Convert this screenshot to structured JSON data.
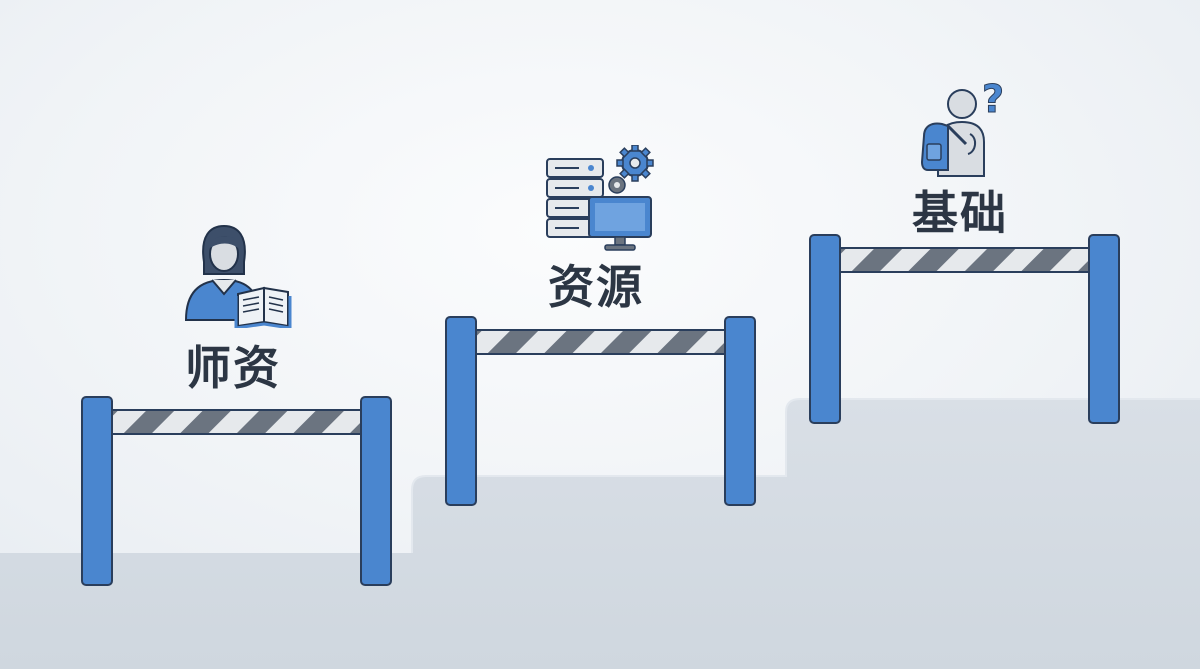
{
  "barriers": [
    {
      "label": "师资",
      "icon": "teacher-with-book-icon"
    },
    {
      "label": "资源",
      "icon": "server-computer-gears-icon"
    },
    {
      "label": "基础",
      "icon": "student-with-question-icon"
    }
  ],
  "colors": {
    "post": "#4a86cf",
    "post_outline": "#2a3e5c",
    "bar_stripe_light": "#e6e9ec",
    "bar_stripe_dark": "#6b7480",
    "step_fill": "#d3dae2",
    "text": "#2c3644"
  }
}
